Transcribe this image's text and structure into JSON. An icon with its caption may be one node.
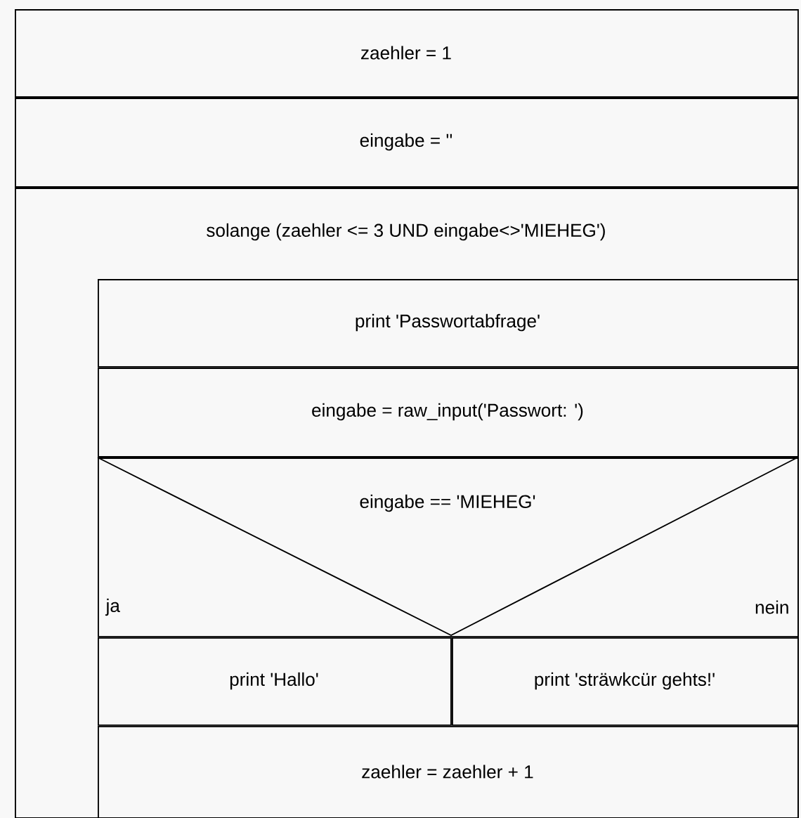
{
  "diagram": {
    "nodes": [
      {
        "text": [
          "zaehler = 1"
        ]
      },
      {
        "text": [
          "eingabe = ''"
        ]
      },
      {
        "text": [
          "solange (zaehler <= 3 UND eingabe<>'MIEHEG')"
        ]
      },
      {
        "text": [
          "print 'Passwortabfrage'"
        ],
        "in": 2
      },
      {
        "text": [
          "eingabe = raw_input('Passwort: ')"
        ],
        "in": 2
      },
      {
        "text": [
          "eingabe == 'MIEHEG'",
          "ja",
          "nein"
        ],
        "in": 2
      },
      {
        "text": [
          "print 'Hallo'"
        ],
        "in": 2
      },
      {
        "text": [
          "print 'sträwkcür gehts!'"
        ],
        "in": 2
      },
      {
        "text": [
          "zaehler = zaehler + 1"
        ],
        "in": 2
      }
    ]
  }
}
